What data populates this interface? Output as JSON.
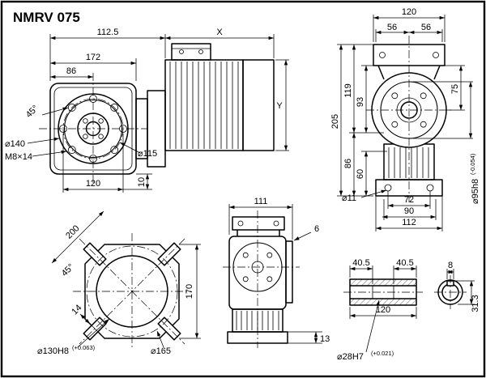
{
  "title": "NMRV 075",
  "colors": {
    "ink": "#000000",
    "paper": "#ffffff"
  },
  "views": {
    "front": {
      "width_overall": "172",
      "width_half": "86",
      "bolt_angle": "45°",
      "flange_dia": "⌀140",
      "bolt_thread": "M8×14",
      "pilot_dia": "⌀115",
      "bolt_circle": "120",
      "foot_offset": "10"
    },
    "motor": {
      "gearbox_depth": "112.5",
      "motor_length": "X",
      "motor_height": "Y"
    },
    "output": {
      "flange_width": "120",
      "bolt_left": "56",
      "bolt_right": "56",
      "height_total": "205",
      "height_upper": "119",
      "height_mid": "93",
      "height_lower": "86",
      "height_foot": "60",
      "axis_height": "75",
      "foot_hole_dia": "⌀11",
      "foot_holes_span": "72",
      "foot_width_inner": "90",
      "base_width": "112",
      "spigot_dia": "⌀95h8",
      "spigot_tol": "(-0.054)"
    },
    "mounting": {
      "diagonal": "200",
      "angle": "45°",
      "slot_width": "14",
      "width": "170",
      "bore_dia": "⌀130H8",
      "bore_tol": "(+0.063)",
      "bolt_circle_dia": "⌀165"
    },
    "side": {
      "depth": "111",
      "flange_thickness": "6",
      "foot_height": "13"
    },
    "shaft": {
      "bore_depth_left": "40.5",
      "bore_depth_right": "40.5",
      "hub_length": "120",
      "key_width": "8",
      "bore_key_height": "31.3",
      "bore_dia": "⌀28H7",
      "bore_tol": "(+0.021)"
    }
  }
}
